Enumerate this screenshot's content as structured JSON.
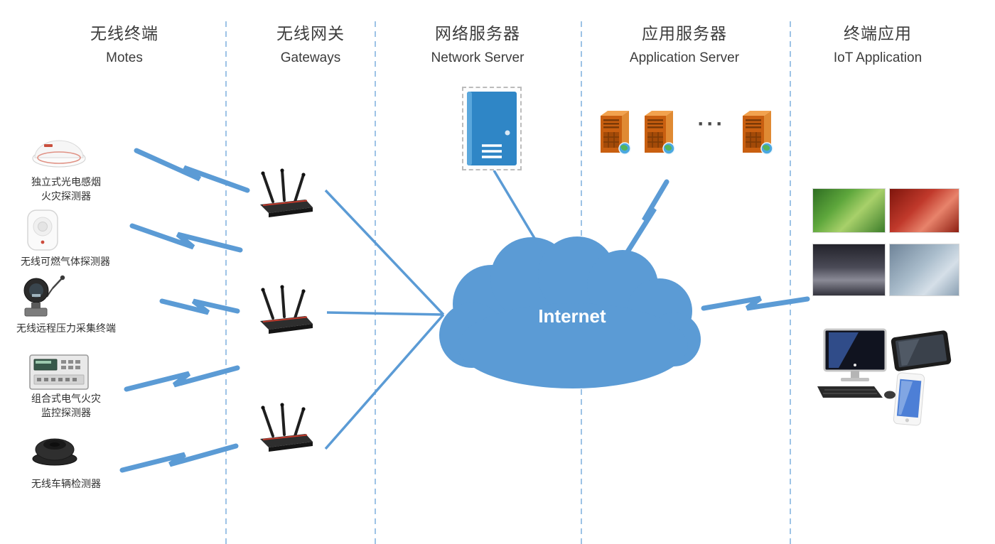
{
  "columns": [
    {
      "zh": "无线终端",
      "en": "Motes"
    },
    {
      "zh": "无线网关",
      "en": "Gateways"
    },
    {
      "zh": "网络服务器",
      "en": "Network Server"
    },
    {
      "zh": "应用服务器",
      "en": "Application Server"
    },
    {
      "zh": "终端应用",
      "en": "IoT Application"
    }
  ],
  "motes": [
    {
      "label": "独立式光电感烟\n火灾探测器"
    },
    {
      "label": "无线可燃气体探测器"
    },
    {
      "label": "无线远程压力采集终端"
    },
    {
      "label": "组合式电气火灾\n监控探测器"
    },
    {
      "label": "无线车辆检测器"
    }
  ],
  "cloud": {
    "label": "Internet"
  },
  "app_servers": {
    "ellipsis": "···"
  },
  "colors": {
    "accent_blue": "#5B9BD5",
    "separator_blue": "#9DC3E6",
    "server_orange": "#C95F10",
    "network_server_blue": "#2F86C6"
  }
}
